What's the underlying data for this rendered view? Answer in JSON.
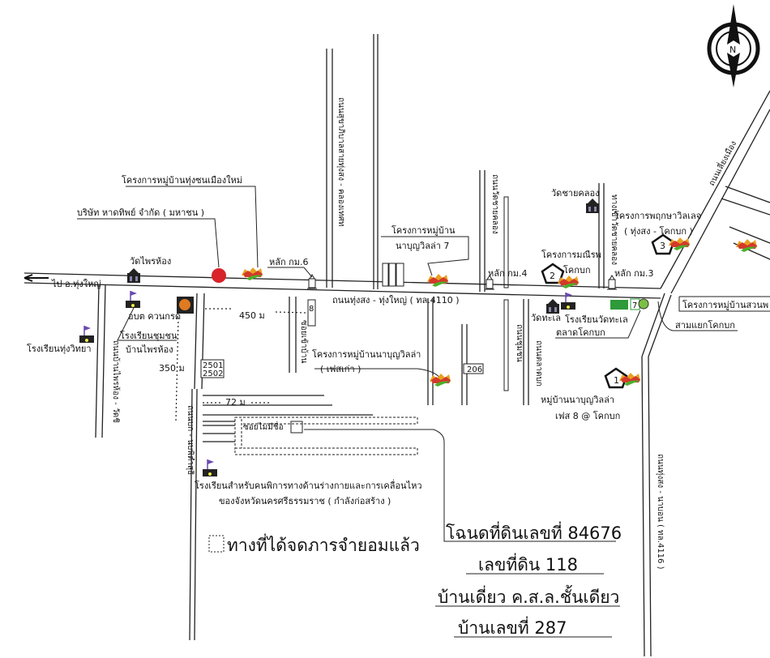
{
  "compass": {
    "north_label": "N"
  },
  "roads": {
    "main_road": "ถนนทุ่งสง - ทุ่งใหญ่ ( ทล.4110 )",
    "to_thung_yai": "ไป อ.ทุ่งใหญ่",
    "phrai_hong_road": "ถนนบ้านไพรห้อง - วัดชิ",
    "left_south_road": "ถนนบก - นบพิตำสุธิ",
    "sukhaphiban_road": "ถนนสุขาภิบาลสายทุ่งสง - คลองเทศท",
    "north_road_1": "ถนนวัดชายคลอง",
    "north_road_2": "ทางเข้าวัดชายคลอง",
    "small_road_1": "ซอยเข้าบ้าน",
    "small_road_2": "ถนนชุมชน",
    "south_road_1": "ถนนตลาดบก",
    "right_road": "ถนนทุ่งสง - นาบอน ( ทล.4116 )",
    "diagonal_road": "ถนนเลี่ยงเมือง",
    "unnamed_soi": "ซอยไม่มีชื่อ"
  },
  "places": {
    "moo_ban_thung_son": "โครงการหมู่บ้านทุ่งซนเมืองใหม่",
    "company": "บริษัท หาดทิพย์ จำกัด ( มหาชน )",
    "wat_phrai_hong": "วัดไพรห้อง",
    "km6": "หลัก กม.6",
    "obt": "อบต ควนกรด",
    "school_phrai_hong_1": "โรงเรียนชุมชน",
    "school_phrai_hong_2": "บ้านไพรห้อง",
    "school_thung_witthaya": "โรงเรียนทุ่งวิทยา",
    "naboon_villa_7_1": "โครงการหมู่บ้าน",
    "naboon_villa_7_2": "นาบุญวิลล่า 7",
    "wat_chai_khlong": "วัดชายคลอง",
    "phruksa_1": "โครงการพฤกษาวิลเลจ",
    "phruksa_2": "( ทุ่งสง - โคกบก )",
    "manee_1": "โครงการมณีรพ",
    "manee_2": "โคกบก",
    "km4": "หลัก กม.4",
    "km3": "หลัก กม.3",
    "suan_village": "โครงการหมู่บ้านสวนพ",
    "wat_thale": "วัดทะเล",
    "school_wat_thale": "โรงเรียนวัดทะเล",
    "khokbok_market": "ตลาดโคกบก",
    "sam_yaek": "สามแยกโคกบก",
    "naboon_old_1": "โครงการหมู่บ้านนาบุญวิลล่า",
    "naboon_old_2": "( เฟสเก่า )",
    "naboon_8_1": "หมู่บ้านนาบุญวิลล่า",
    "naboon_8_2": "เฟส 8 @ โคกบก",
    "disabled_school_1": "โรงเรียนสำหรับคนพิการทางด้านร่างกายและการเคลื่อนไหว",
    "disabled_school_2": "ของจังหวัดนครศรีธรรมราช ( กำลังก่อสร้าง )",
    "plot_206": "206",
    "plot_2501": "2501",
    "plot_2502": "2502",
    "pole_num": "8"
  },
  "markers": {
    "m2": "2",
    "m3": "3",
    "m1": "1",
    "seven_eleven": "7"
  },
  "distances": {
    "d450": "450 ม",
    "d350": "350 ม",
    "d72": "72 ม"
  },
  "legend": {
    "label": "ทางที่ได้จดภารจำยอมแล้ว"
  },
  "info": {
    "deed": "โฉนดที่ดินเลขที่ 84676",
    "land_no": "เลขที่ดิน 118",
    "house_type": "บ้านเดี่ยว ค.ส.ล.ชั้นเดียว",
    "house_no": "บ้านเลขที่ 287"
  },
  "colors": {
    "project_icon_orange": "#e8a020",
    "project_icon_red": "#d23a2a",
    "project_icon_green": "#4caf2a",
    "company_red": "#d8232a",
    "seven_green": "#2e9a3a",
    "flag_purple": "#6a4ab0"
  }
}
